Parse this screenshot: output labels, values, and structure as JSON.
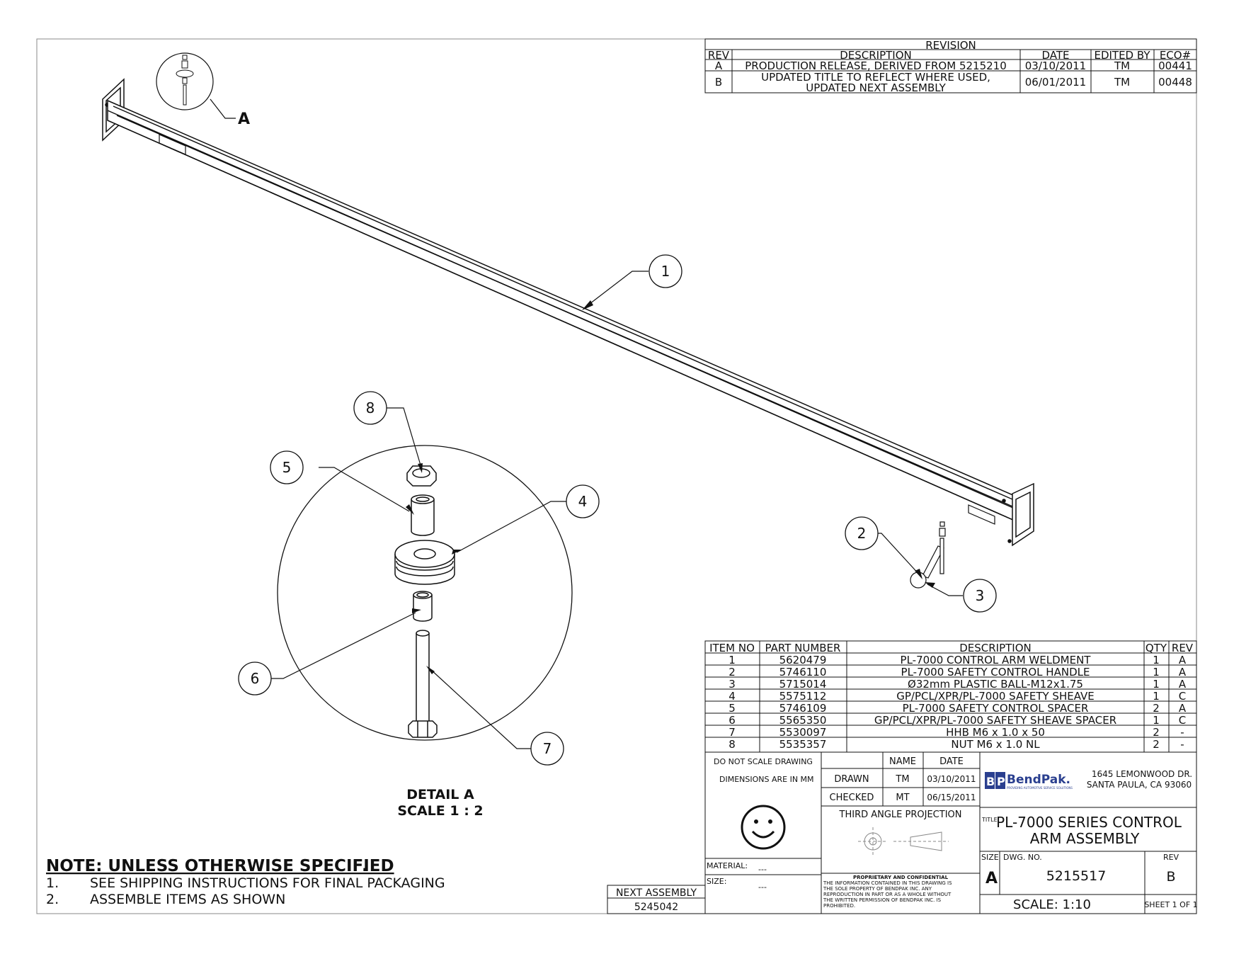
{
  "revision_table": {
    "title": "REVISION",
    "headers": [
      "REV",
      "DESCRIPTION",
      "DATE",
      "EDITED BY",
      "ECO#"
    ],
    "rows": [
      {
        "rev": "A",
        "desc": [
          "PRODUCTION RELEASE, DERIVED FROM 5215210"
        ],
        "date": "03/10/2011",
        "edited_by": "TM",
        "eco": "00441"
      },
      {
        "rev": "B",
        "desc": [
          "UPDATED TITLE TO REFLECT WHERE USED,",
          "UPDATED NEXT ASSEMBLY"
        ],
        "date": "06/01/2011",
        "edited_by": "TM",
        "eco": "00448"
      }
    ]
  },
  "bom": {
    "headers": [
      "ITEM NO",
      "PART NUMBER",
      "DESCRIPTION",
      "QTY",
      "REV"
    ],
    "rows": [
      {
        "item": "1",
        "part": "5620479",
        "desc": "PL-7000 CONTROL ARM WELDMENT",
        "qty": "1",
        "rev": "A"
      },
      {
        "item": "2",
        "part": "5746110",
        "desc": "PL-7000 SAFETY CONTROL HANDLE",
        "qty": "1",
        "rev": "A"
      },
      {
        "item": "3",
        "part": "5715014",
        "desc": "Ø32mm PLASTIC BALL-M12x1.75",
        "qty": "1",
        "rev": "A"
      },
      {
        "item": "4",
        "part": "5575112",
        "desc": "GP/PCL/XPR/PL-7000 SAFETY SHEAVE",
        "qty": "1",
        "rev": "C"
      },
      {
        "item": "5",
        "part": "5746109",
        "desc": "PL-7000 SAFETY CONTROL SPACER",
        "qty": "2",
        "rev": "A"
      },
      {
        "item": "6",
        "part": "5565350",
        "desc": "GP/PCL/XPR/PL-7000 SAFETY SHEAVE SPACER",
        "qty": "1",
        "rev": "C"
      },
      {
        "item": "7",
        "part": "5530097",
        "desc": "HHB M6 x 1.0 x 50",
        "qty": "2",
        "rev": "-"
      },
      {
        "item": "8",
        "part": "5535357",
        "desc": "NUT M6 x 1.0 NL",
        "qty": "2",
        "rev": "-"
      }
    ]
  },
  "title_block": {
    "do_not_scale": "DO NOT SCALE DRAWING",
    "dimensions": "DIMENSIONS ARE IN MM",
    "name_header": "NAME",
    "date_header": "DATE",
    "drawn_label": "DRAWN",
    "drawn_name": "TM",
    "drawn_date": "03/10/2011",
    "checked_label": "CHECKED",
    "checked_name": "MT",
    "checked_date": "06/15/2011",
    "projection": "THIRD ANGLE PROJECTION",
    "material_label": "MATERIAL:",
    "material_value": "---",
    "size_label_small": "SIZE:",
    "size_value_small": "---",
    "proprietary_title": "PROPRIETARY AND CONFIDENTIAL",
    "proprietary_lines": [
      "THE INFORMATION CONTAINED IN THIS DRAWING IS",
      "THE SOLE PROPERTY OF BENDPAK INC. ANY",
      "REPRODUCTION IN PART OR AS A WHOLE WITHOUT",
      "THE WRITTEN PERMISSION OF BENDPAK INC. IS",
      "PROHIBITED."
    ],
    "company_logo_text": "BendPak.",
    "company_tagline": "PROVIDING AUTOMOTIVE SERVICE SOLUTIONS",
    "address_line1": "1645 LEMONWOOD DR.",
    "address_line2": "SANTA PAULA, CA 93060",
    "title_label": "TITLE:",
    "title_line1": "PL-7000 SERIES CONTROL",
    "title_line2": "ARM ASSEMBLY",
    "size_label": "SIZE",
    "size_value": "A",
    "dwg_label": "DWG.  NO.",
    "dwg_no": "5215517",
    "rev_label": "REV",
    "rev_value": "B",
    "scale": "SCALE: 1:10",
    "sheet": "SHEET 1 OF 1"
  },
  "next_assembly": {
    "label": "NEXT ASSEMBLY",
    "value": "5245042"
  },
  "notes": {
    "title": "NOTE: UNLESS OTHERWISE SPECIFIED",
    "items": [
      {
        "num": "1.",
        "text": "SEE SHIPPING INSTRUCTIONS FOR FINAL PACKAGING"
      },
      {
        "num": "2.",
        "text": "ASSEMBLE ITEMS AS SHOWN"
      }
    ]
  },
  "detail": {
    "label": "A",
    "title": "DETAIL A",
    "scale": "SCALE 1 : 2"
  },
  "balloons": [
    "1",
    "2",
    "3",
    "4",
    "5",
    "6",
    "7",
    "8"
  ]
}
